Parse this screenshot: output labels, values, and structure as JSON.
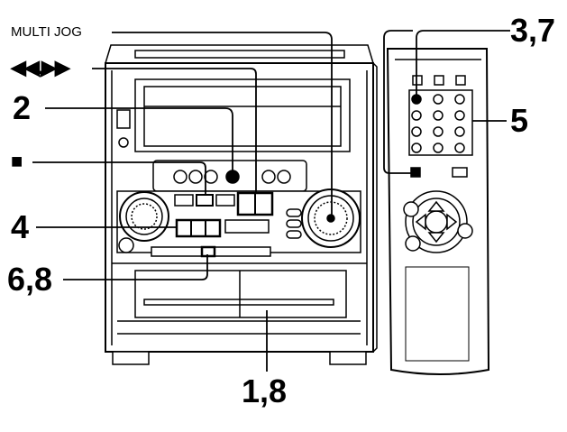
{
  "labels": {
    "multi_jog": "MULTI JOG",
    "rewind_ff": "◀◀,▶▶",
    "stop": "■",
    "two": "2",
    "four": "4",
    "six_eight": "6,8",
    "three_seven": "3,7",
    "five": "5",
    "one_eight": "1,8"
  },
  "colors": {
    "ink": "#000000",
    "body": "#ffffff",
    "shade": "#d9d9d9"
  }
}
